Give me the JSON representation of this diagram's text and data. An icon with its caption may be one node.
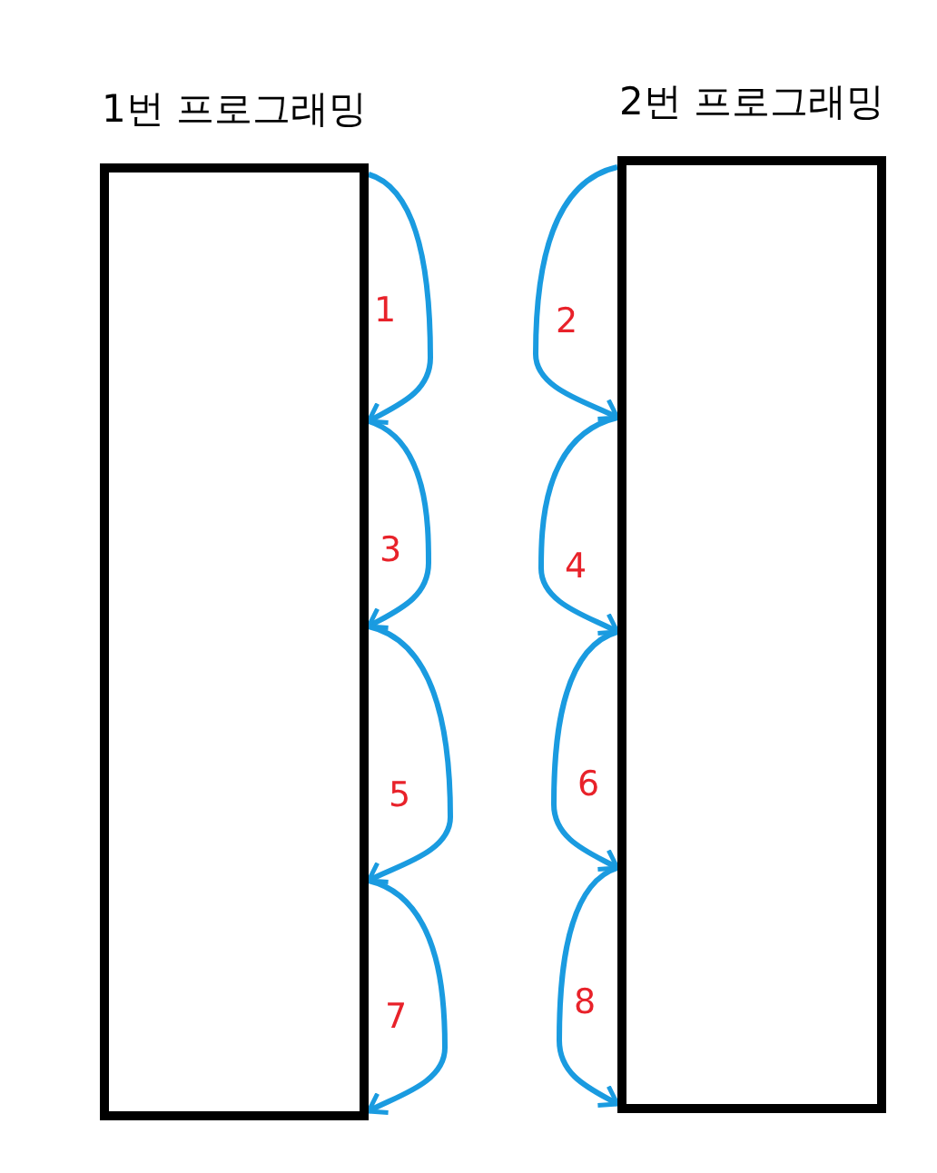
{
  "diagram": {
    "nodes": [
      {
        "text": [
          "1번 프로그래밍"
        ]
      },
      {
        "text": [
          "2번 프로그래밍"
        ]
      }
    ],
    "edges": [
      {
        "from": 0,
        "to": 0,
        "arrow": "to",
        "label": "1"
      },
      {
        "from": 1,
        "to": 1,
        "arrow": "to",
        "label": "2"
      },
      {
        "from": 0,
        "to": 0,
        "arrow": "to",
        "label": "3"
      },
      {
        "from": 1,
        "to": 1,
        "arrow": "to",
        "label": "4"
      },
      {
        "from": 0,
        "to": 0,
        "arrow": "to",
        "label": "5"
      },
      {
        "from": 1,
        "to": 1,
        "arrow": "to",
        "label": "6"
      },
      {
        "from": 0,
        "to": 0,
        "arrow": "to",
        "label": "7"
      },
      {
        "from": 1,
        "to": 1,
        "arrow": "to",
        "label": "8"
      }
    ]
  }
}
